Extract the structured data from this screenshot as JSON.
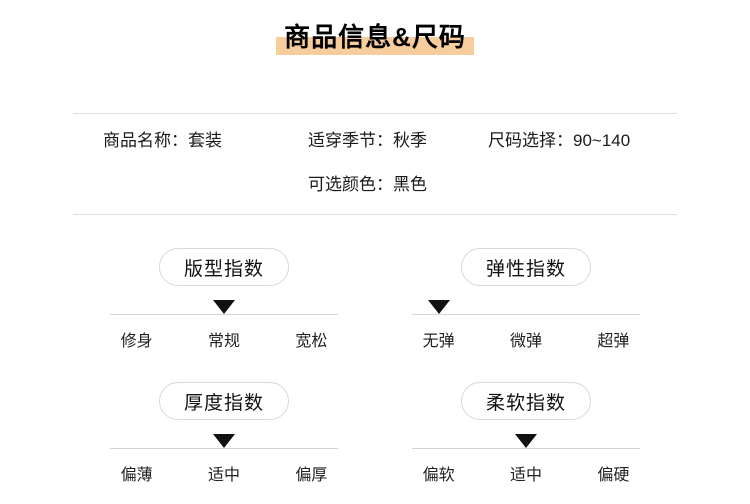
{
  "title": "商品信息&尺码",
  "colors": {
    "title_highlight": "#F7CD9E",
    "divider_line": "#DDDDDD",
    "scale_line": "#D4D4D4",
    "marker": "#111111"
  },
  "info_table": {
    "rows": [
      {
        "cells": [
          {
            "label": "商品名称：",
            "value": "套装"
          },
          {
            "label": "适穿季节：",
            "value": "秋季"
          },
          {
            "label": "尺码选择：",
            "value": "90~140"
          }
        ]
      },
      {
        "cells": [
          {
            "label": "可选颜色：",
            "value": "黑色"
          }
        ]
      }
    ]
  },
  "scales": [
    {
      "title": "版型指数",
      "options": [
        "修身",
        "常规",
        "宽松"
      ],
      "selected_index": 1,
      "selected_option": "常规"
    },
    {
      "title": "弹性指数",
      "options": [
        "无弹",
        "微弹",
        "超弹"
      ],
      "selected_index": 0,
      "selected_option": "无弹"
    },
    {
      "title": "厚度指数",
      "options": [
        "偏薄",
        "适中",
        "偏厚"
      ],
      "selected_index": 1,
      "selected_option": "适中"
    },
    {
      "title": "柔软指数",
      "options": [
        "偏软",
        "适中",
        "偏硬"
      ],
      "selected_index": 1,
      "selected_option": "适中"
    }
  ]
}
